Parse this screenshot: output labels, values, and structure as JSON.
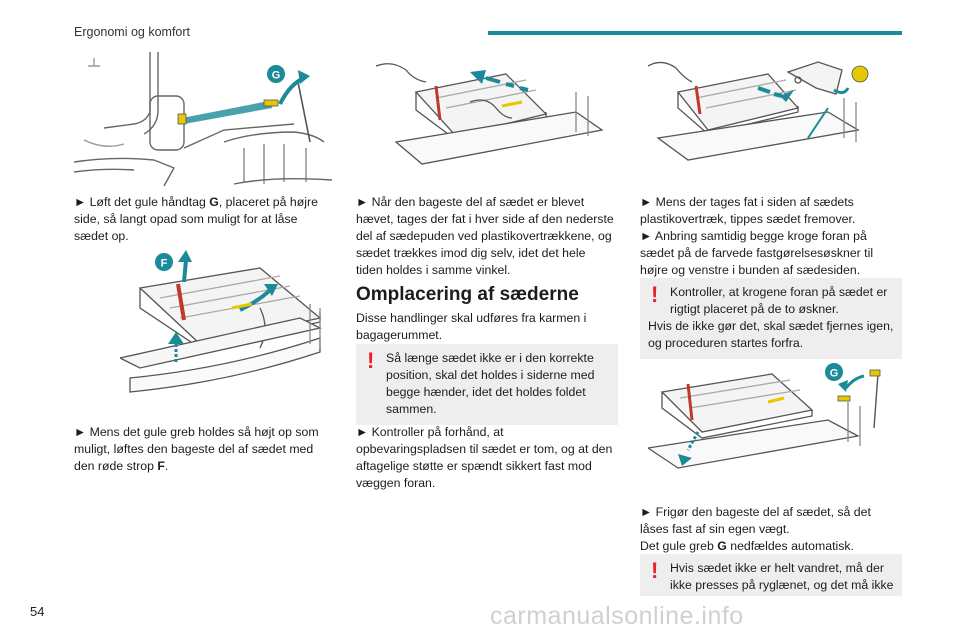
{
  "header": {
    "title": "Ergonomi og komfort"
  },
  "page": {
    "number": "54"
  },
  "watermark": "carmanualsonline.info",
  "col1": {
    "fig1_letter": "G",
    "step1": {
      "prefix": "► Løft det gule håndtag ",
      "bold": "G",
      "suffix": ", placeret på højre side, så langt opad som muligt for at låse sædet op."
    },
    "fig2_letter": "F",
    "step2": {
      "prefix": "► Mens det gule greb holdes så højt op som muligt, løftes den bageste del af sædet med den røde strop ",
      "bold": "F",
      "suffix": "."
    }
  },
  "col2": {
    "step1": "► Når den bageste del af sædet er blevet hævet, tages der fat i hver side af den nederste del af sædepuden ved plastikovertrækkene, og sædet trækkes imod dig selv, idet det hele tiden holdes i samme vinkel.",
    "section_title": "Omplacering af sæderne",
    "intro": "Disse handlinger skal udføres fra karmen i bagagerummet.",
    "warning": "Så længe sædet ikke er i den korrekte position, skal det holdes i siderne med begge hænder, idet det holdes foldet sammen.",
    "step2": "► Kontroller på forhånd, at opbevaringspladsen til sædet er tom, og at den aftagelige støtte er spændt sikkert fast mod væggen foran."
  },
  "col3": {
    "step1": "► Mens der tages fat i siden af sædets plastikovertræk, tippes sædet fremover.",
    "step2": "► Anbring samtidig begge kroge foran på sædet på de farvede fastgørelsesøskner til højre og venstre i bunden af sædesiden.",
    "warning_first": "Kontroller, at krogene foran på sædet er rigtigt placeret på de to øskner.",
    "warning_rest": "Hvis de ikke gør det, skal sædet fjernes igen, og proceduren startes forfra.",
    "fig_letter": "G",
    "step3": "► Frigør den bageste del af sædet, så det låses fast af sin egen vægt.",
    "step3b_prefix": "Det gule greb ",
    "step3b_bold": "G",
    "step3b_suffix": " nedfældes automatisk.",
    "warning2": "Hvis sædet ikke er helt vandret, må der ikke presses på ryglænet, og det må ikke"
  },
  "colors": {
    "accent": "#1b8a99",
    "warning_mark": "#e8202a",
    "badge": "#1b8a99",
    "strap": "#c0392b",
    "handle": "#e6c800",
    "warning_bg": "#eeeeee"
  }
}
